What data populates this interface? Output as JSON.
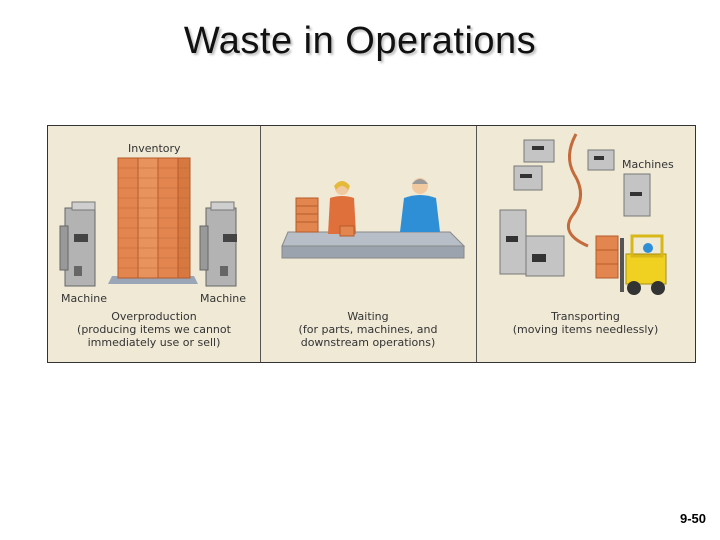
{
  "slide": {
    "title": "Waste in Operations",
    "page_number": "9-50"
  },
  "panels": [
    {
      "labels": {
        "inventory": "Inventory",
        "machine_left": "Machine",
        "machine_right": "Machine"
      },
      "caption_title": "Overproduction",
      "caption_detail": "(producing items we cannot immediately use or sell)"
    },
    {
      "caption_title": "Waiting",
      "caption_detail": "(for parts, machines, and downstream operations)"
    },
    {
      "labels": {
        "machines": "Machines"
      },
      "caption_title": "Transporting",
      "caption_detail": "(moving items needlessly)"
    }
  ]
}
